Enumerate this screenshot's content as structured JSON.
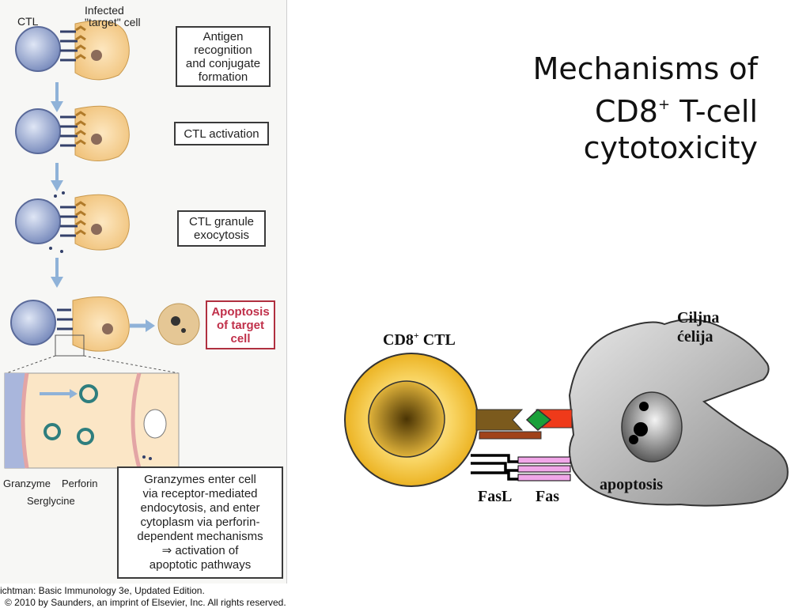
{
  "title": {
    "line1": "Mechanisms of",
    "line2_pre": "CD8",
    "line2_sup": "+",
    "line2_post": " T-cell",
    "line3": "cytotoxicity"
  },
  "left_figure": {
    "cell_labels": {
      "ctl": "CTL",
      "infected": "Infected\n\"target\" cell"
    },
    "steps": [
      {
        "label": "Antigen\nrecognition\nand conjugate\nformation"
      },
      {
        "label": "CTL activation"
      },
      {
        "label": "CTL granule\nexocytosis"
      },
      {
        "label": "Apoptosis\nof target\ncell"
      }
    ],
    "inset_labels": {
      "granzyme": "Granzyme",
      "perforin": "Perforin",
      "serglycine": "Serglycine"
    },
    "description": "Granzymes enter cell\nvia receptor-mediated\nendocytosis, and enter\ncytoplasm via perforin-\ndependent mechanisms\n⇒ activation of\napoptotic pathways",
    "credit_line1": "ichtman: Basic Immunology 3e, Updated Edition.",
    "credit_line2": "© 2010 by Saunders, an imprint of Elsevier, Inc. All rights reserved."
  },
  "right_diagram": {
    "ctl_label_pre": "CD8",
    "ctl_label_sup": "+",
    "ctl_label_post": " CTL",
    "target_label": "Ciljna\ncelija",
    "target_label_accent": "ć",
    "apoptosis_label": "apoptosis",
    "fasl_label": "FasL",
    "fas_label": "Fas"
  },
  "colors": {
    "ctl_cell_fill": "#f6c53a",
    "target_cell_fill": "#a9a9a9",
    "arrow_blue": "#8fb2d8",
    "apoptosis_red": "#c0304a",
    "fas_pink": "#f0a6e8"
  }
}
